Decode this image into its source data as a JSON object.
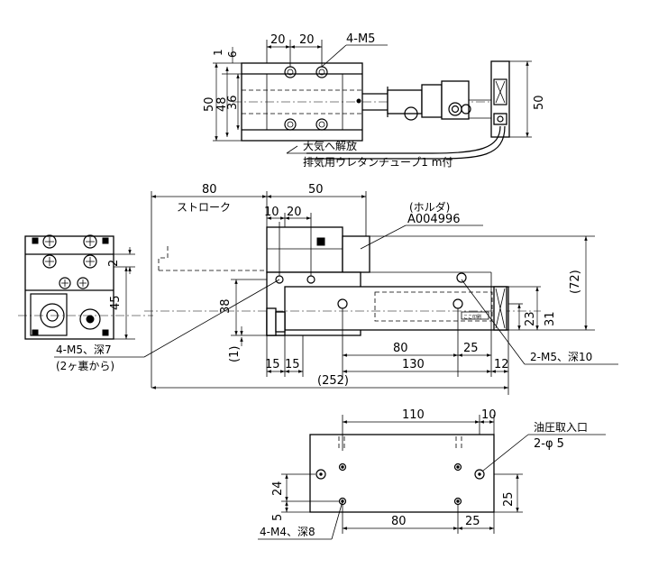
{
  "top_view": {
    "dim_pitch_1": "20",
    "dim_pitch_2": "20",
    "thread_callout": "4-M5",
    "dim_1": "1",
    "dim_6": "6",
    "dim_50_left": "50",
    "dim_48": "48",
    "dim_36": "36",
    "dim_50_right": "50",
    "note_exhaust_to_air": "大気へ解放",
    "note_exhaust_tube": "排気用ウレタンチューブ1 m付"
  },
  "front_view": {
    "dim_stroke": "80",
    "stroke_label": "ストローク",
    "dim_50": "50",
    "dim_10": "10",
    "dim_20": "20",
    "holder_label": "(ホルダ)",
    "holder_part": "A004996",
    "dim_2": "2",
    "dim_45": "45",
    "dim_38": "38",
    "dim_72": "(72)",
    "dim_23": "23",
    "dim_31": "31",
    "dim_1_paren": "(1)",
    "dim_80": "80",
    "dim_25": "25",
    "dim_15a": "15",
    "dim_15b": "15",
    "dim_130": "130",
    "dim_12": "12",
    "dim_252": "(252)",
    "callout_m5_depth7": "4-M5、深7",
    "callout_2_from_back": "(2ヶ裏から)",
    "callout_m5_depth10": "2-M5、深10"
  },
  "bottom_view": {
    "dim_110": "110",
    "dim_10": "10",
    "port_label": "油圧取入口",
    "port_size": "2-φ 5",
    "dim_24": "24",
    "dim_5": "5",
    "dim_25_right": "25",
    "dim_80": "80",
    "dim_25_bottom": "25",
    "callout_m4_depth8": "4-M4、深8"
  }
}
